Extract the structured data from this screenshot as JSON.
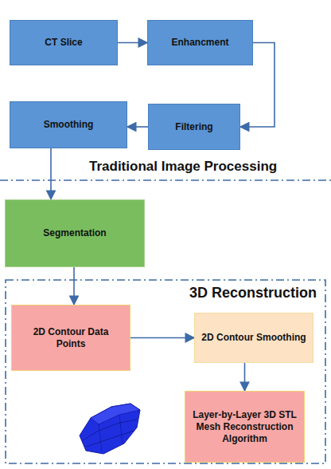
{
  "diagram": {
    "nodes": [
      {
        "text": [
          "CT Slice"
        ]
      },
      {
        "text": [
          "Enhancment"
        ]
      },
      {
        "text": [
          "Filtering"
        ]
      },
      {
        "text": [
          "Smoothing"
        ]
      },
      {
        "text": [
          "Segmentation"
        ]
      },
      {
        "text": [
          "3D Reconstruction"
        ]
      },
      {
        "text": [
          "2D Contour Data Points"
        ],
        "in": 5
      },
      {
        "text": [
          "2D Contour Smoothing"
        ],
        "in": 5
      },
      {
        "text": [
          "Layer-by-Layer 3D STL Mesh Reconstruction Algorithm"
        ],
        "in": 5
      }
    ],
    "edges": [
      {
        "from": 0,
        "to": 1,
        "arrow": "to"
      },
      {
        "from": 1,
        "to": 2,
        "arrow": "to"
      },
      {
        "from": 2,
        "to": 3,
        "arrow": "to"
      },
      {
        "from": 3,
        "to": 4,
        "arrow": "to"
      },
      {
        "from": 4,
        "to": 6,
        "arrow": "to"
      },
      {
        "from": 6,
        "to": 7,
        "arrow": "to"
      },
      {
        "from": 7,
        "to": 8,
        "arrow": "to"
      }
    ],
    "labels": [
      "Traditional Image Processing"
    ]
  }
}
